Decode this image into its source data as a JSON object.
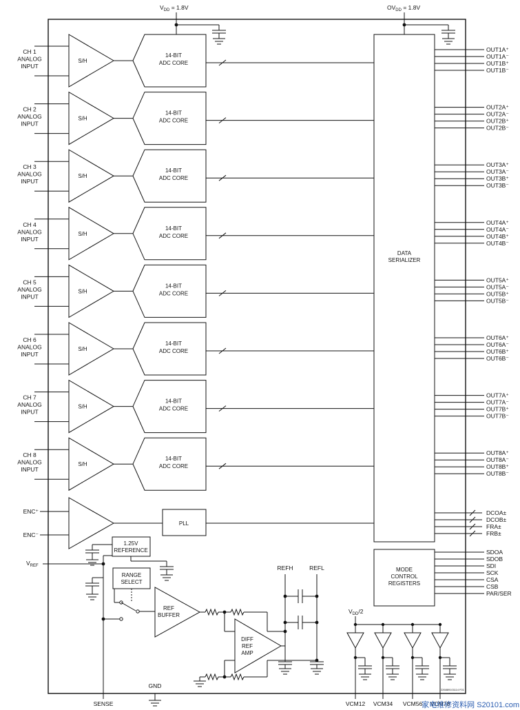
{
  "supplies": {
    "vdd": "V",
    "vdd_sub": "DD",
    "vdd_val": " = 1.8V",
    "ovdd": "OV",
    "ovdd_sub": "DD",
    "ovdd_val": " = 1.8V"
  },
  "channels": [
    {
      "label": [
        "CH 1",
        "ANALOG",
        "INPUT"
      ],
      "outputs": [
        "OUT1A⁺",
        "OUT1A⁻",
        "OUT1B⁺",
        "OUT1B⁻"
      ]
    },
    {
      "label": [
        "CH 2",
        "ANALOG",
        "INPUT"
      ],
      "outputs": [
        "OUT2A⁺",
        "OUT2A⁻",
        "OUT2B⁺",
        "OUT2B⁻"
      ]
    },
    {
      "label": [
        "CH 3",
        "ANALOG",
        "INPUT"
      ],
      "outputs": [
        "OUT3A⁺",
        "OUT3A⁻",
        "OUT3B⁺",
        "OUT3B⁻"
      ]
    },
    {
      "label": [
        "CH 4",
        "ANALOG",
        "INPUT"
      ],
      "outputs": [
        "OUT4A⁺",
        "OUT4A⁻",
        "OUT4B⁺",
        "OUT4B⁻"
      ]
    },
    {
      "label": [
        "CH 5",
        "ANALOG",
        "INPUT"
      ],
      "outputs": [
        "OUT5A⁺",
        "OUT5A⁻",
        "OUT5B⁺",
        "OUT5B⁻"
      ]
    },
    {
      "label": [
        "CH 6",
        "ANALOG",
        "INPUT"
      ],
      "outputs": [
        "OUT6A⁺",
        "OUT6A⁻",
        "OUT6B⁺",
        "OUT6B⁻"
      ]
    },
    {
      "label": [
        "CH 7",
        "ANALOG",
        "INPUT"
      ],
      "outputs": [
        "OUT7A⁺",
        "OUT7A⁻",
        "OUT7B⁺",
        "OUT7B⁻"
      ]
    },
    {
      "label": [
        "CH 8",
        "ANALOG",
        "INPUT"
      ],
      "outputs": [
        "OUT8A⁺",
        "OUT8A⁻",
        "OUT8B⁺",
        "OUT8B⁻"
      ]
    }
  ],
  "blocks": {
    "sh": "S/H",
    "adc": [
      "14-BIT",
      "ADC CORE"
    ],
    "serializer": [
      "DATA",
      "SERIALIZER"
    ],
    "pll": "PLL",
    "mode": [
      "MODE",
      "CONTROL",
      "REGISTERS"
    ],
    "reference": [
      "1.25V",
      "REFERENCE"
    ],
    "range": [
      "RANGE",
      "SELECT"
    ],
    "ref_buffer": [
      "REF",
      "BUFFER"
    ],
    "diff_amp": [
      "DIFF",
      "REF",
      "AMP"
    ]
  },
  "inputs": {
    "enc_p": "ENC⁺",
    "enc_n": "ENC⁻",
    "vref": "V",
    "vref_sub": "REF"
  },
  "clock_outputs": [
    "DCOA±",
    "DCOB±",
    "FRA±",
    "FRB±"
  ],
  "control_pins": [
    "SDOA",
    "SDOB",
    "SDI",
    "SCK",
    "CSA",
    "CSB",
    "PAR/SER"
  ],
  "reference_pins": [
    "REFH",
    "REFL"
  ],
  "vdd_half": {
    "v": "V",
    "sub": "DD",
    "rest": "/2"
  },
  "vcm_pins": [
    "VCM12",
    "VCM34",
    "VCM56",
    "VCM78"
  ],
  "bottom_pins": {
    "sense": "SENSE",
    "gnd": "GND"
  },
  "figure_code": "226889101114 F01",
  "watermark": "家电维修资料网 S20101.com"
}
